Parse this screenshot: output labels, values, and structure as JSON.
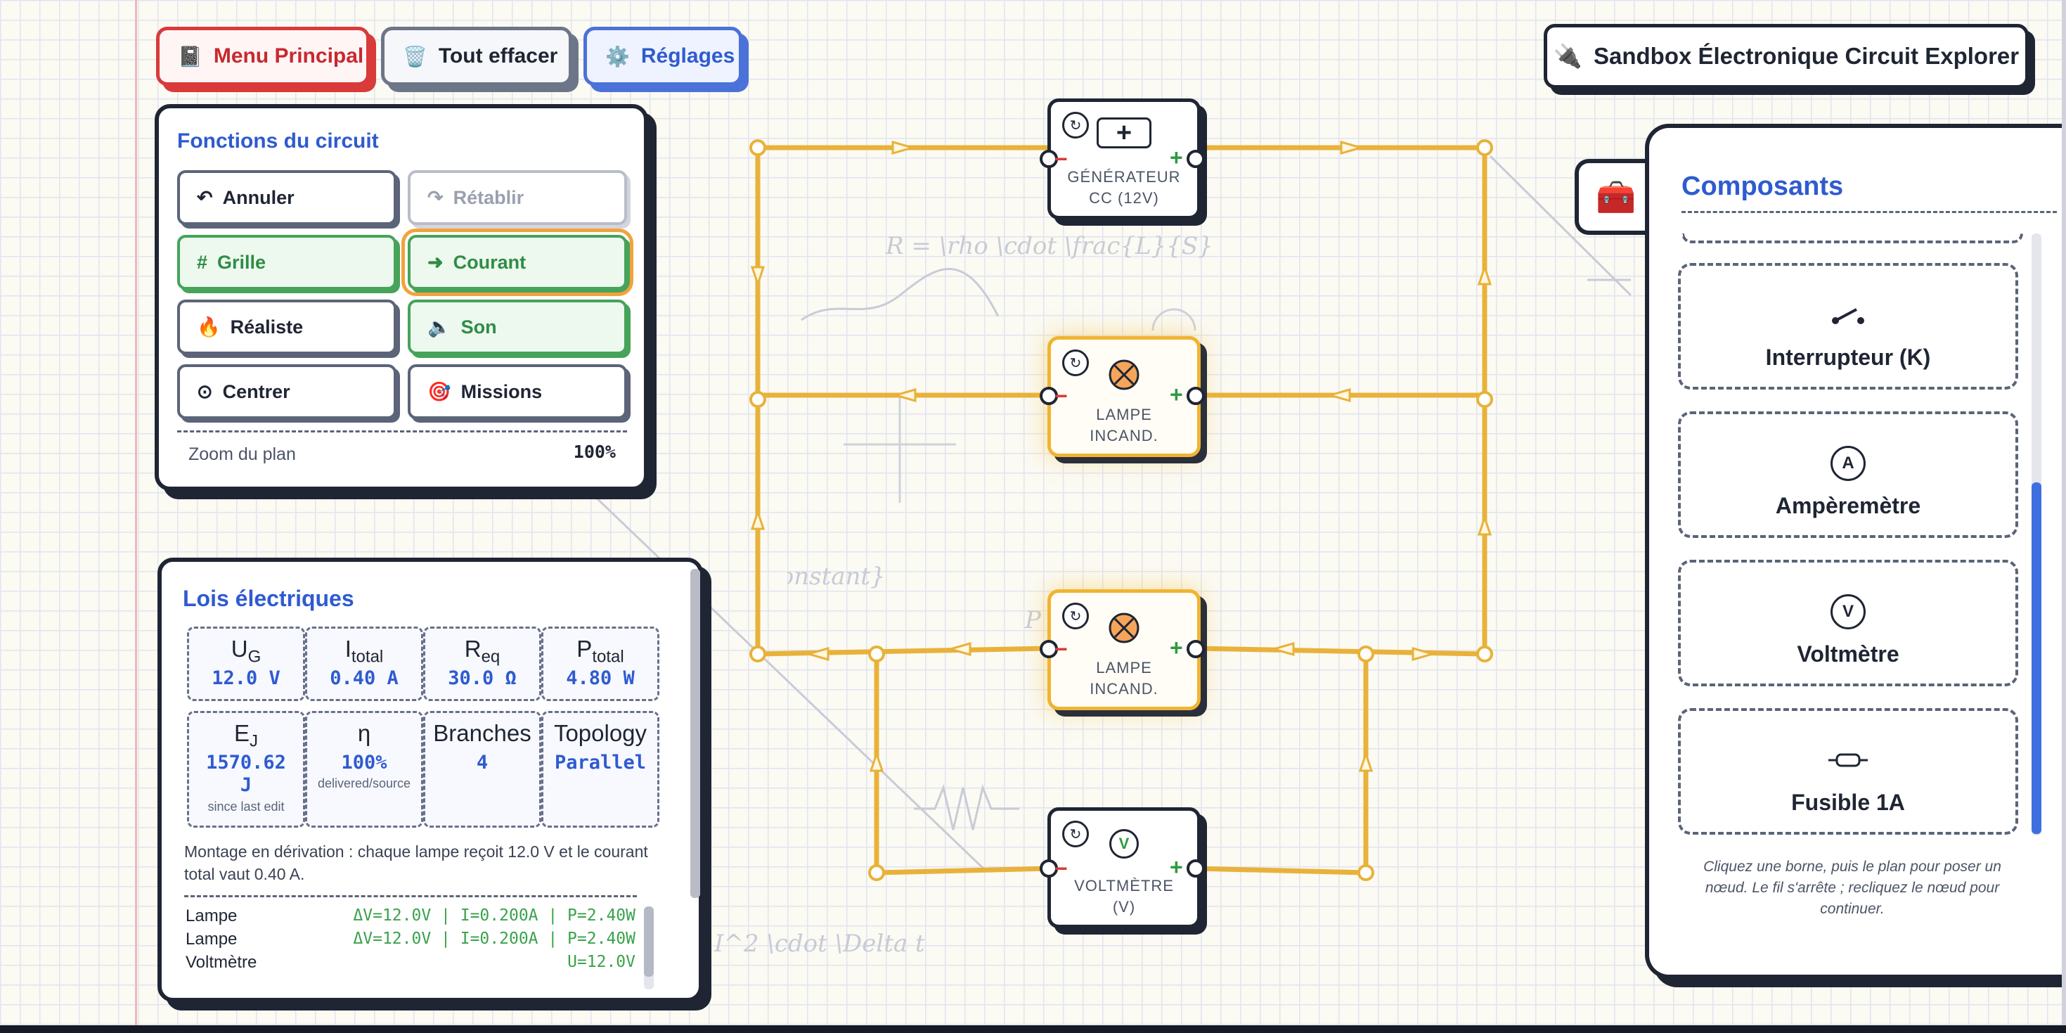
{
  "toolbar": {
    "menu": {
      "icon": "📓",
      "label": "Menu Principal"
    },
    "clear": {
      "icon": "🗑️",
      "label": "Tout effacer"
    },
    "settings": {
      "icon": "⚙️",
      "label": "Réglages"
    }
  },
  "app_title": {
    "icon": "🔌",
    "label": "Sandbox Électronique Circuit Explorer"
  },
  "functions_panel": {
    "title": "Fonctions du circuit",
    "buttons": [
      {
        "icon": "↶",
        "label": "Annuler",
        "state": "normal"
      },
      {
        "icon": "↷",
        "label": "Rétablir",
        "state": "disabled"
      },
      {
        "icon": "#",
        "label": "Grille",
        "state": "active"
      },
      {
        "icon": "➜",
        "label": "Courant",
        "state": "active-selected"
      },
      {
        "icon": "🔥",
        "label": "Réaliste",
        "state": "normal"
      },
      {
        "icon": "🔈",
        "label": "Son",
        "state": "active"
      },
      {
        "icon": "⊙",
        "label": "Centrer",
        "state": "normal"
      },
      {
        "icon": "🎯",
        "label": "Missions",
        "state": "normal"
      }
    ],
    "zoom_label": "Zoom du plan",
    "zoom_value": "100%"
  },
  "laws_panel": {
    "title": "Lois électriques",
    "stats": [
      {
        "sym": "U",
        "sub": "G",
        "value": "12.0 V"
      },
      {
        "sym": "I",
        "sub": "total",
        "value": "0.40 A"
      },
      {
        "sym": "R",
        "sub": "eq",
        "value": "30.0 Ω"
      },
      {
        "sym": "P",
        "sub": "total",
        "value": "4.80 W"
      },
      {
        "sym": "E",
        "sub": "J",
        "value": "1570.62\nJ",
        "note": "since last edit"
      },
      {
        "sym": "η",
        "sub": "",
        "value": "100%",
        "note": "delivered/source"
      },
      {
        "sym": "Branches",
        "sub": "",
        "value": "4"
      },
      {
        "sym": "Topology",
        "sub": "",
        "value": "Parallel"
      }
    ],
    "description": "Montage en dérivation : chaque lampe reçoit 12.0 V et le courant total vaut 0.40 A.",
    "log": [
      {
        "name": "Lampe",
        "data": "ΔV=12.0V | I=0.200A | P=2.40W"
      },
      {
        "name": "Lampe",
        "data": "ΔV=12.0V | I=0.200A | P=2.40W"
      },
      {
        "name": "Voltmètre",
        "data": "U=12.0V"
      }
    ]
  },
  "components_panel": {
    "title": "Composants",
    "tab_icon": "🧰",
    "items": [
      {
        "symbol": "switch",
        "label": "Interrupteur (K)"
      },
      {
        "symbol": "A",
        "label": "Ampèremètre"
      },
      {
        "symbol": "V",
        "label": "Voltmètre"
      },
      {
        "symbol": "fuse",
        "label": "Fusible 1A"
      }
    ],
    "help": "Cliquez une borne, puis le plan pour poser un nœud. Le fil s'arrête ; recliquez le nœud pour continuer."
  },
  "circuit": {
    "wire_color": "#e8b23a",
    "nodes": [
      {
        "label": "GÉNÉRATEUR\nCC (12V)",
        "symbol": "+",
        "state": "off"
      },
      {
        "label": "LAMPE\nINCAND.",
        "symbol": "lamp",
        "state": "lit"
      },
      {
        "label": "LAMPE\nINCAND.",
        "symbol": "lamp",
        "state": "lit"
      },
      {
        "label": "VOLTMÈTRE\n(V)",
        "symbol": "V",
        "state": "off"
      }
    ],
    "rotate_icon": "↻",
    "minus": "−",
    "plus": "+"
  },
  "background_formulas": [
    "R = \\rho \\cdot \\frac{L}{S}",
    "\\text{constant}",
    "P",
    "I^2 \\cdot \\Delta t"
  ]
}
